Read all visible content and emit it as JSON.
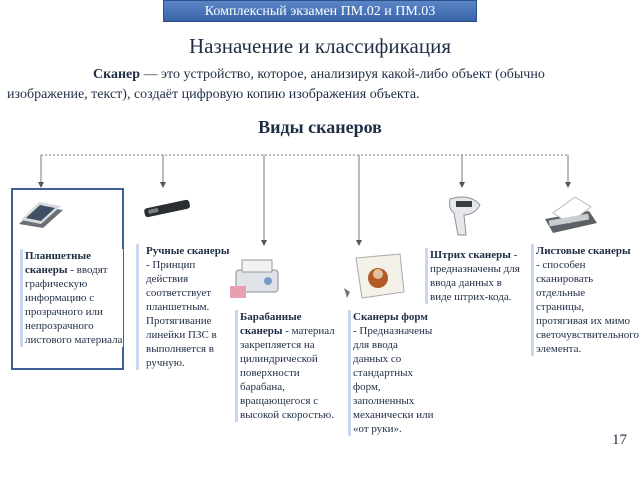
{
  "header": {
    "text": "Комплексный экзамен ПМ.02 и ПМ.03"
  },
  "title": "Назначение и классификация",
  "intro": {
    "term": "Сканер",
    "text": " — это устройство, которое, анализируя какой-либо объект (обычно изображение, текст), создаёт цифровую копию изображения объекта."
  },
  "subtitle": "Виды сканеров",
  "types": [
    {
      "name": "Планшетные сканеры",
      "desc": " - вводят графическую информацию с прозрачного или непрозрачного листового материала",
      "icon": "flatbed-scanner-icon"
    },
    {
      "name": "Ручные сканеры",
      "desc": " - Принцип действия соответствует планшетным. Протягивание линейки ПЗС в выполняется в ручную.",
      "icon": "handheld-scanner-icon"
    },
    {
      "name": "Барабанные сканеры",
      "desc": " - материал закрепляется на цилиндрической поверхности барабана, вращающегося с высокой скоростью.",
      "icon": "drum-scanner-icon"
    },
    {
      "name": "Сканеры форм",
      "desc": " - Предназначены для ввода данных со стандартных форм, заполненных механически или «от руки».",
      "icon": "form-scanner-icon"
    },
    {
      "name": "Штрих сканеры",
      "desc": " - предназначены для ввода данных в виде штрих-кода.",
      "icon": "barcode-scanner-icon"
    },
    {
      "name": "Листовые сканеры",
      "desc": " - способен сканировать отдельные страницы, протягивая их мимо светочувствительного элемента.",
      "icon": "sheetfed-scanner-icon"
    }
  ],
  "page_number": "17",
  "colors": {
    "header": "#3a64a8",
    "text": "#1f2e45",
    "accent_border": "#3f5f9a"
  }
}
